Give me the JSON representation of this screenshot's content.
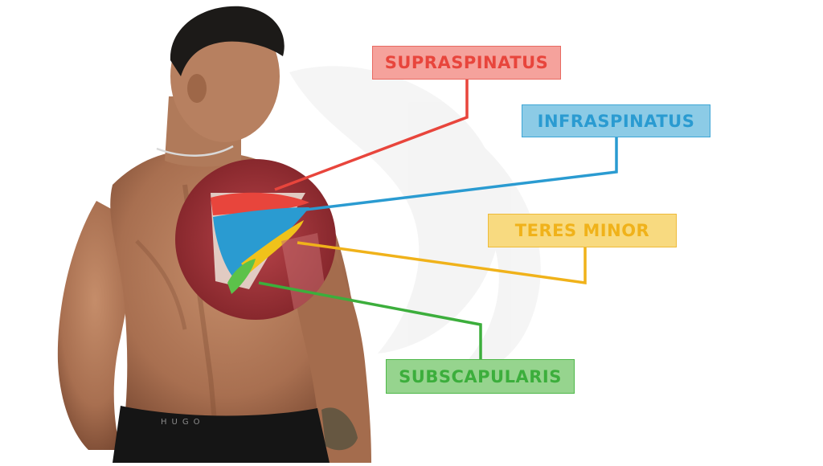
{
  "labels": {
    "supraspinatus": {
      "text": "SUPRASPINATUS",
      "color": "#e8453c",
      "fill": "#f5a29c",
      "border": "#e86a62"
    },
    "infraspinatus": {
      "text": "INFRASPINATUS",
      "color": "#2a9bd1",
      "fill": "#8ccbe6",
      "border": "#3ea6d6"
    },
    "teres_minor": {
      "text": "TERES MINOR",
      "color": "#f0b21a",
      "fill": "#f8da80",
      "border": "#eebb3a"
    },
    "subscapularis": {
      "text": "SUBSCAPULARIS",
      "color": "#3cae3c",
      "fill": "#96d48e",
      "border": "#4fb84a"
    }
  },
  "colors": {
    "skin": "#b07a5a",
    "skin_dark": "#7a4a32",
    "hair": "#1c1a18",
    "shorts": "#151515",
    "muscle_overlay": "#9c2f34",
    "shorts_brand_text": "#8a8a8a"
  },
  "graphics": {
    "shorts_waistband_text": "HUGO"
  }
}
